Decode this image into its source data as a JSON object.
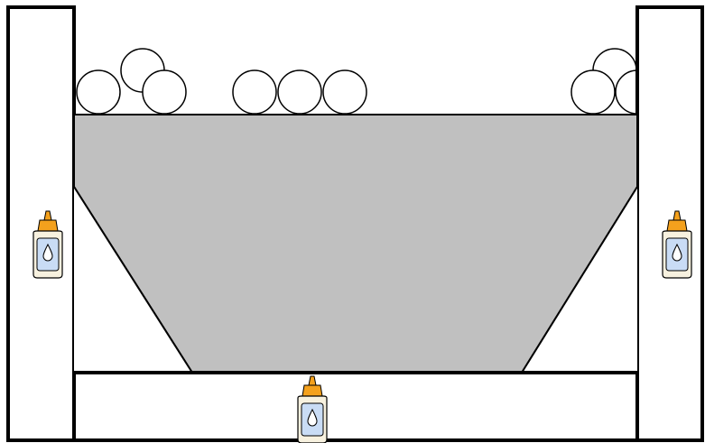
{
  "diagram": {
    "colors": {
      "background": "#ffffff",
      "outline": "#000000",
      "basin_fill": "#c0c0c0",
      "ball_fill": "#ffffff",
      "glue_cap": "#f4a11d",
      "glue_body": "#f7f1df",
      "glue_label": "#c9dcf5",
      "glue_drop": "#ffffff"
    },
    "parts": {
      "left_post": "left-post",
      "right_post": "right-post",
      "bottom_beam": "bottom-beam",
      "basin": "trapezoid-basin"
    },
    "ball_groups": [
      {
        "name": "left-ball-group",
        "count": 3
      },
      {
        "name": "middle-ball-group",
        "count": 3
      },
      {
        "name": "right-ball-group",
        "count": 3
      }
    ],
    "glue_bottles": [
      {
        "name": "glue-bottle-left-icon"
      },
      {
        "name": "glue-bottle-right-icon"
      },
      {
        "name": "glue-bottle-bottom-icon"
      }
    ]
  }
}
